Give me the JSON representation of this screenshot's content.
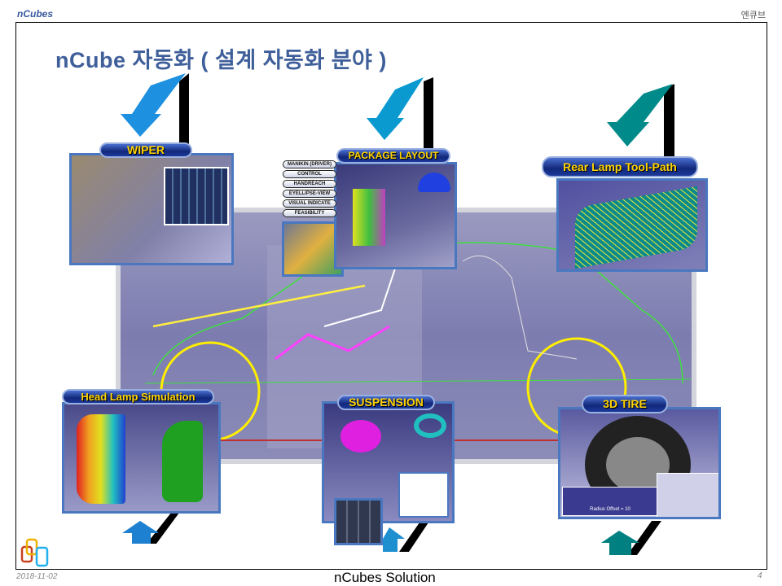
{
  "header": {
    "logo": "nCubes",
    "corner_text": "엔큐브"
  },
  "title": "nCube 자동화 ( 설계 자동화  분야 )",
  "panels": {
    "wiper": "WIPER",
    "package": "PACKAGE LAYOUT",
    "rear_lamp": "Rear Lamp Tool-Path",
    "head_lamp": "Head Lamp Simulation",
    "suspension": "SUSPENSION",
    "tire": "3D TIRE"
  },
  "package_buttons": [
    "MANIKIN (DRIVER)",
    "CONTROL",
    "HANDREACH",
    "EYELLIPSE-VIEW",
    "VISUAL INDICATE",
    "FEASIBILITY"
  ],
  "tire_inset": "Radius Offset = 10",
  "footer": {
    "date": "2018-11-02",
    "title": "nCubes Solution",
    "page": "4"
  },
  "colors": {
    "title": "#3f5f9a",
    "label_text": "#ffd400",
    "arrow_blue": "#1e90e0",
    "arrow_teal": "#008080"
  }
}
